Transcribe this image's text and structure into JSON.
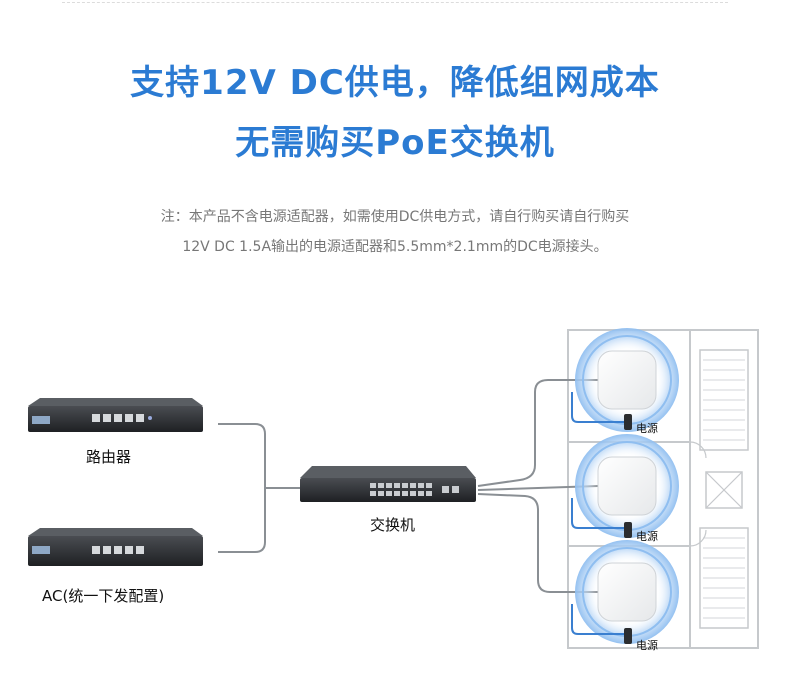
{
  "headline": {
    "line1": "支持12V DC供电，降低组网成本",
    "line2": "无需购买PoE交换机"
  },
  "note": {
    "line1": "注：本产品不含电源适配器，如需使用DC供电方式，请自行购买请自行购买",
    "line2": "12V DC 1.5A输出的电源适配器和5.5mm*2.1mm的DC电源接头。"
  },
  "devices": {
    "router_label": "路由器",
    "ac_label": "AC(统一下发配置)",
    "switch_label": "交换机"
  },
  "access_points": [
    {
      "power_label": "电源"
    },
    {
      "power_label": "电源"
    },
    {
      "power_label": "电源"
    }
  ],
  "colors": {
    "headline": "#2b7bd3",
    "signal_ring": "#8fbef0",
    "cable_blue": "#3a7fd0",
    "cable_gray": "#8a8f94"
  }
}
